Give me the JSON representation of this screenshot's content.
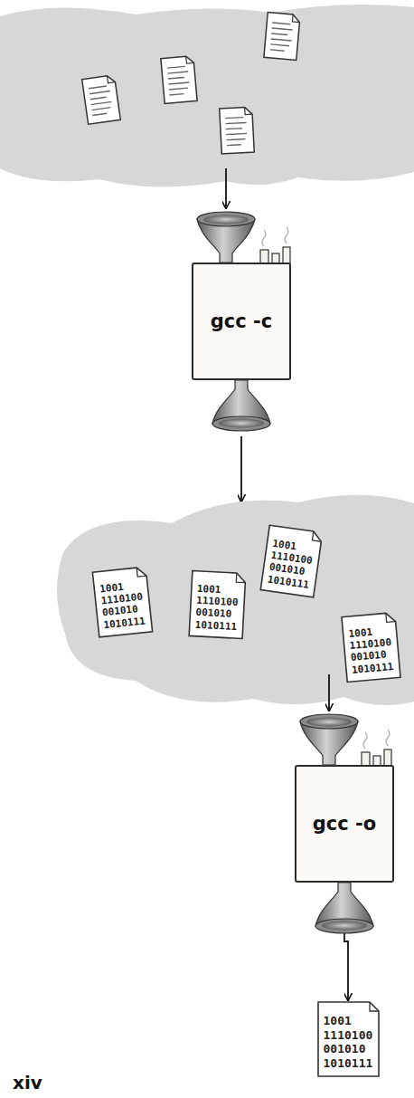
{
  "diagram": {
    "nodes": [
      {
        "text": [
          "gcc -c"
        ]
      },
      {
        "text": [
          "1001 1110100 001010 1010111"
        ]
      },
      {
        "text": [
          "1001 1110100 001010 1010111"
        ]
      },
      {
        "text": [
          "1001 1110100 001010 1010111"
        ]
      },
      {
        "text": [
          "1001 1110100 001010 1010111"
        ]
      },
      {
        "text": [
          "gcc -o"
        ]
      },
      {
        "text": [
          "1001 1110100 001010 1010111"
        ]
      }
    ],
    "edges": [
      {
        "from": 5,
        "to": 6,
        "arrow": "to"
      }
    ],
    "labels": [
      "xiv"
    ]
  }
}
